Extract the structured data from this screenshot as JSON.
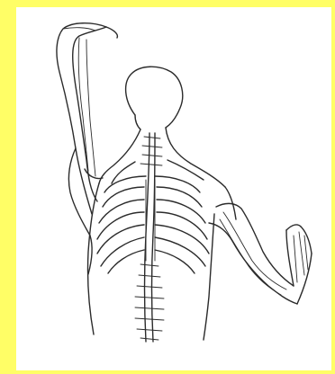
{
  "image": {
    "subject": "anatomical-illustration",
    "colors": {
      "border": "#fffe66",
      "background": "#ffffff",
      "ink": "#2b2b2b"
    },
    "icons": [
      "human-figure-back-view",
      "ribcage",
      "spine",
      "raised-arm",
      "bent-arm"
    ]
  }
}
